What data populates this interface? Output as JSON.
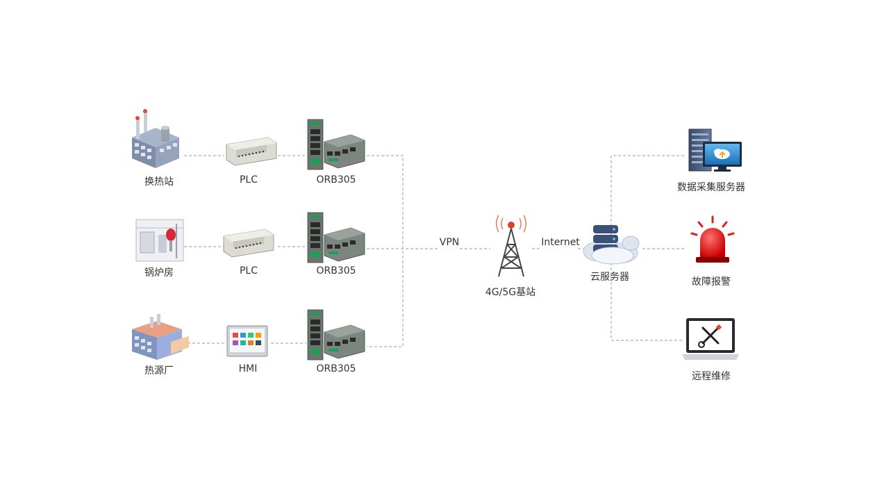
{
  "sources": [
    {
      "name": "换热站",
      "icon": "heat-exchange-station-icon",
      "controller": "PLC",
      "controller_icon": "plc-icon",
      "gateway": "ORB305",
      "gateway_icon": "orb305-router-icon"
    },
    {
      "name": "锅炉房",
      "icon": "boiler-room-icon",
      "controller": "PLC",
      "controller_icon": "plc-icon",
      "gateway": "ORB305",
      "gateway_icon": "orb305-router-icon"
    },
    {
      "name": "热源厂",
      "icon": "heat-source-plant-icon",
      "controller": "HMI",
      "controller_icon": "hmi-icon",
      "gateway": "ORB305",
      "gateway_icon": "orb305-router-icon"
    }
  ],
  "links": {
    "vpn": "VPN",
    "internet": "Internet"
  },
  "base_station": {
    "label": "4G/5G基站",
    "icon": "cell-tower-icon"
  },
  "cloud": {
    "label": "云服务器",
    "icon": "cloud-server-icon"
  },
  "services": [
    {
      "label": "数据采集服务器",
      "icon": "data-server-icon"
    },
    {
      "label": "故障报警",
      "icon": "alarm-light-icon"
    },
    {
      "label": "远程维修",
      "icon": "laptop-repair-icon"
    }
  ],
  "colors": {
    "line": "#9a9a9a",
    "router_body": "#5f6b63",
    "router_green": "#1f9d55",
    "alarm": "#e02020",
    "server_blue": "#2d8fd6"
  }
}
